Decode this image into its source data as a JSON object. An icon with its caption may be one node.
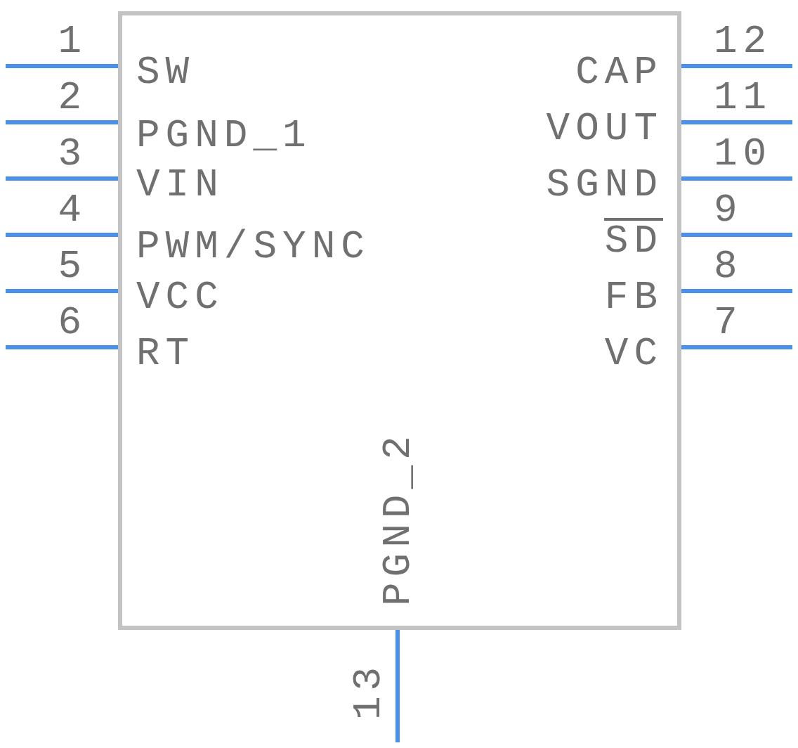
{
  "diagram": {
    "nodes": [
      {
        "text": [
          "SW",
          "PGND_1",
          "VIN",
          "PWM/SYNC",
          "VCC",
          "RT",
          "VC",
          "FB",
          "SD",
          "SGND",
          "VOUT",
          "CAP",
          "PGND_2"
        ]
      }
    ],
    "labels": [
      "1",
      "2",
      "3",
      "4",
      "5",
      "6",
      "7",
      "8",
      "9",
      "10",
      "11",
      "12",
      "13"
    ]
  }
}
